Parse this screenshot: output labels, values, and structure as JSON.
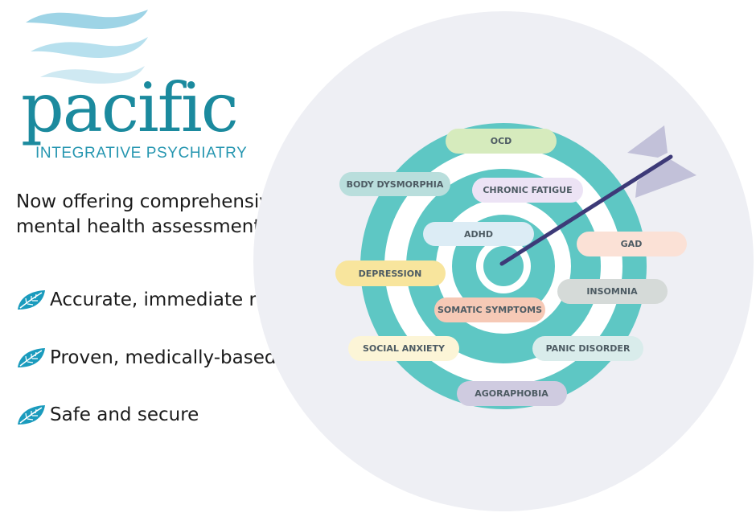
{
  "brand": {
    "name": "pacific",
    "tagline": "INTEGRATIVE PSYCHIATRY",
    "color": "#1b8a9e"
  },
  "headline": "Now offering comprehensive mental health assessment!",
  "features": [
    {
      "icon": "leaf-icon",
      "text": "Accurate, immediate results"
    },
    {
      "icon": "leaf-icon",
      "text": "Proven, medically-based"
    },
    {
      "icon": "leaf-icon",
      "text": "Safe and secure"
    }
  ],
  "target": {
    "ring_color": "#5ec7c4",
    "backdrop_color": "#eeeff4",
    "arrow_color": "#3d3a78",
    "labels": {
      "ocd": "OCD",
      "body_dysmorphia": "BODY DYSMORPHIA",
      "chronic_fatigue": "CHRONIC FATIGUE",
      "adhd": "ADHD",
      "gad": "GAD",
      "depression": "DEPRESSION",
      "insomnia": "INSOMNIA",
      "somatic_symptoms": "SOMATIC SYMPTOMS",
      "social_anxiety": "SOCIAL ANXIETY",
      "panic_disorder": "PANIC DISORDER",
      "agoraphobia": "AGORAPHOBIA"
    }
  }
}
